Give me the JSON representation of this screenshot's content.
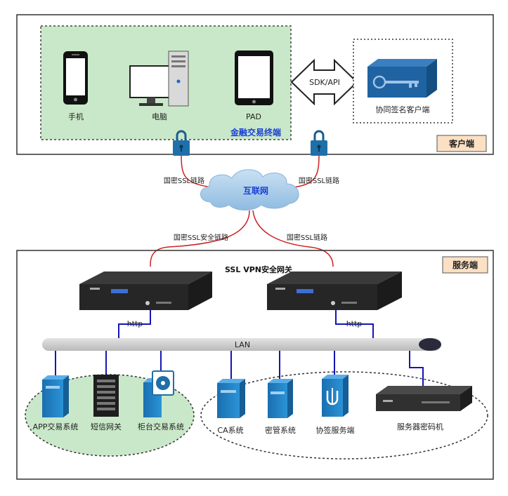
{
  "client_zone": {
    "tag": "客户端"
  },
  "terminal_group": {
    "title": "金融交易终端"
  },
  "devices": [
    {
      "label": "手机"
    },
    {
      "label": "电脑"
    },
    {
      "label": "PAD"
    }
  ],
  "sdk_label": "SDK/API",
  "cosign_client": {
    "label": "协同签名客户端"
  },
  "internet": {
    "label": "互联网"
  },
  "links": {
    "left_top": "国密SSL链路",
    "right_top": "国密SSL链路",
    "left_bottom": "国密SSL安全链路",
    "right_bottom": "国密SSL链路"
  },
  "server_zone": {
    "tag": "服务端"
  },
  "vpn_gateway": {
    "label": "SSL VPN安全网关"
  },
  "http_left": "http",
  "http_right": "http",
  "lan_label": "LAN",
  "servers_left": [
    {
      "label": "APP交易系统"
    },
    {
      "label": "短信网关"
    },
    {
      "label": "柜台交易系统"
    }
  ],
  "servers_right": [
    {
      "label": "CA系统"
    },
    {
      "label": "密管系统"
    },
    {
      "label": "协签服务端"
    },
    {
      "label": "服务器密码机"
    }
  ],
  "colors": {
    "green_fill": "#c9e8c9",
    "tag_fill": "#fbe0c4",
    "cloud": "#a9cde8",
    "server_blue": "#1f7fc4",
    "link_red": "#cc2222",
    "lan_line": "#1515b5"
  }
}
